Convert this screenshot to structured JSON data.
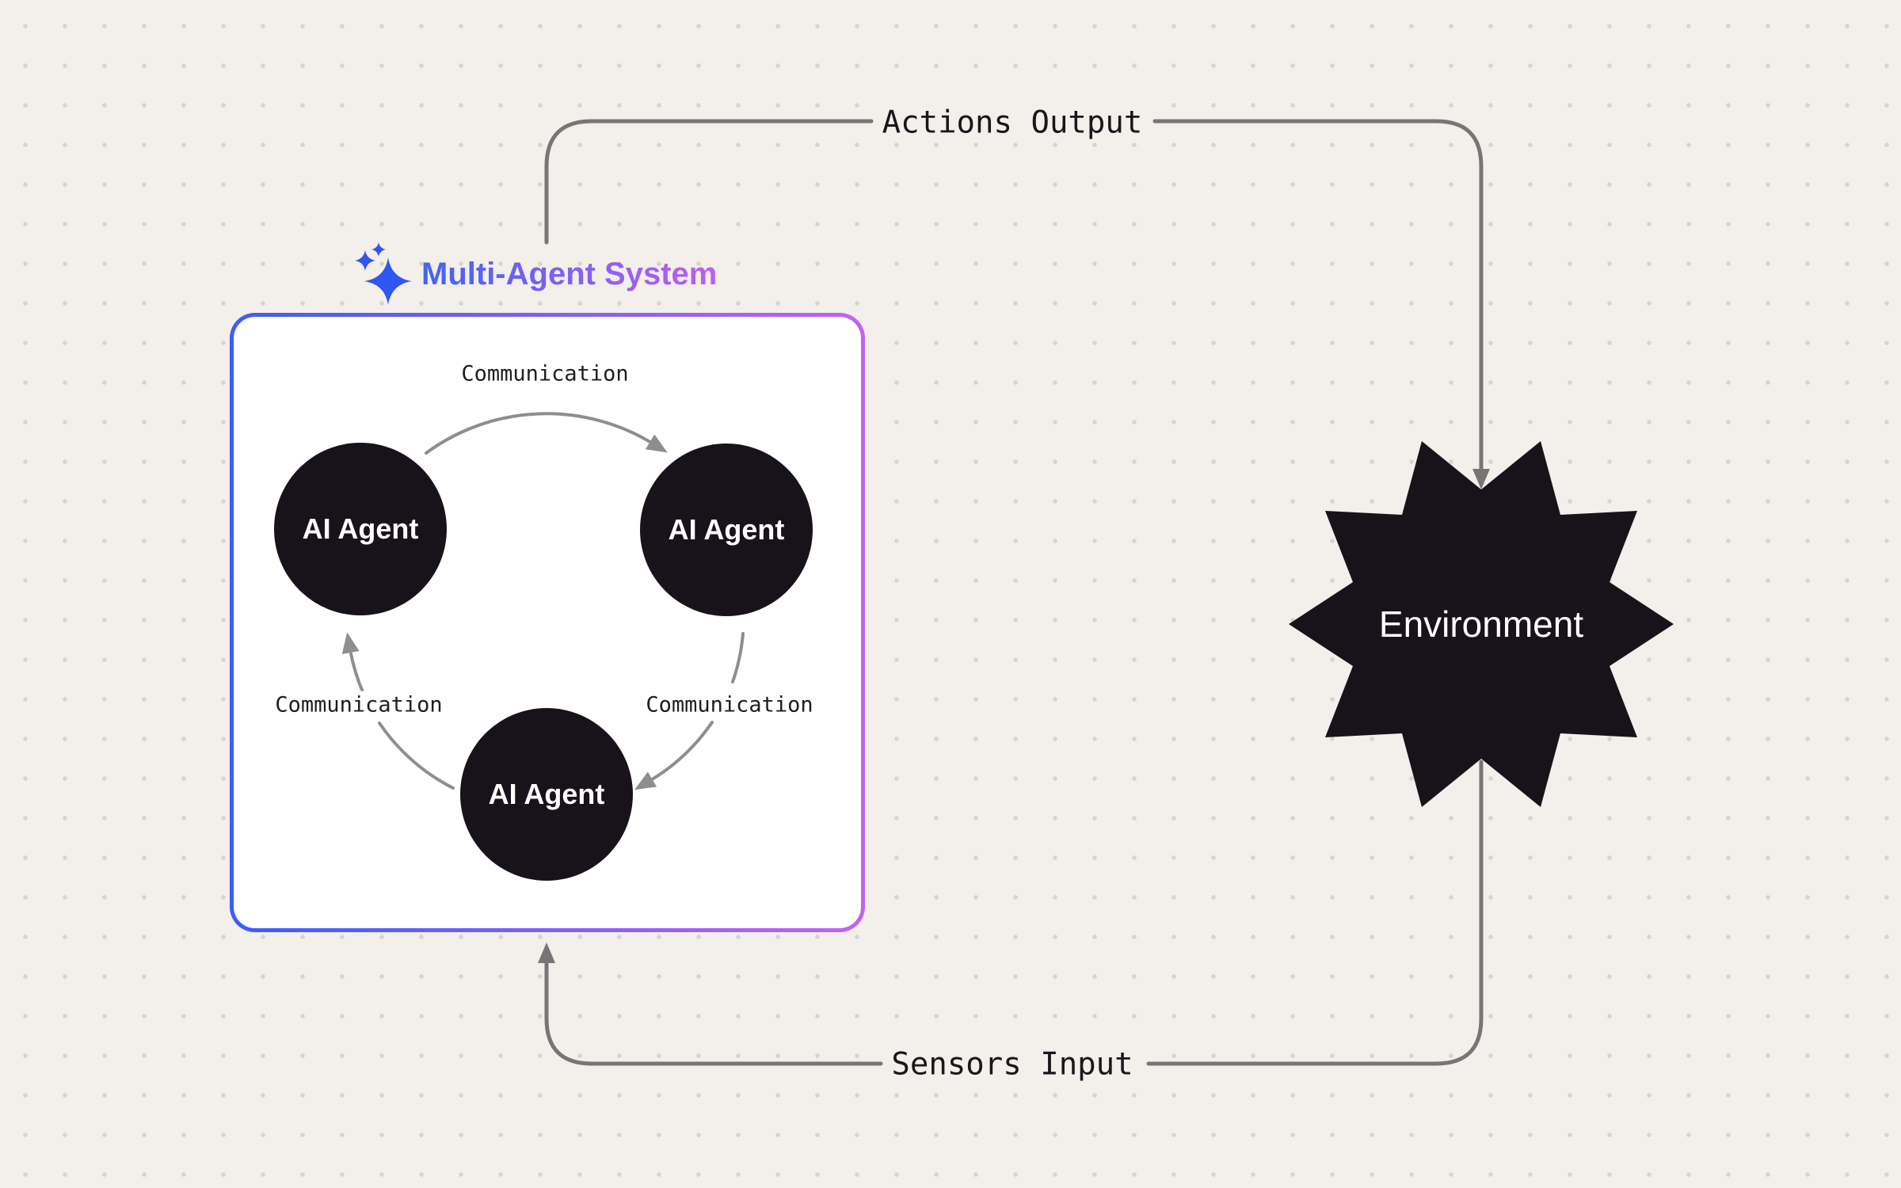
{
  "canvas": {
    "background_color": "#f3efeb",
    "dot_color": "#d8d3cb"
  },
  "multi_agent_system": {
    "title": "Multi-Agent System",
    "icon": "sparkles-icon",
    "icon_color": "#2f55f2",
    "title_gradient": [
      "#4263f4",
      "#c05ef0"
    ],
    "border_gradient": [
      "#3b5cfb",
      "#c263f0"
    ],
    "node_color": "#18131b",
    "node_text_color": "#ffffff",
    "agents": [
      {
        "label": "AI Agent"
      },
      {
        "label": "AI Agent"
      },
      {
        "label": "AI Agent"
      }
    ],
    "communication_labels": [
      "Communication",
      "Communication",
      "Communication"
    ]
  },
  "environment": {
    "label": "Environment",
    "fill": "#18131b",
    "text_color": "#ffffff"
  },
  "connections": {
    "actions_output_label": "Actions Output",
    "sensors_input_label": "Sensors Input",
    "outer_line_color": "#767676",
    "inner_line_color": "#8e8e8e",
    "label_text_color": "#17171c"
  }
}
